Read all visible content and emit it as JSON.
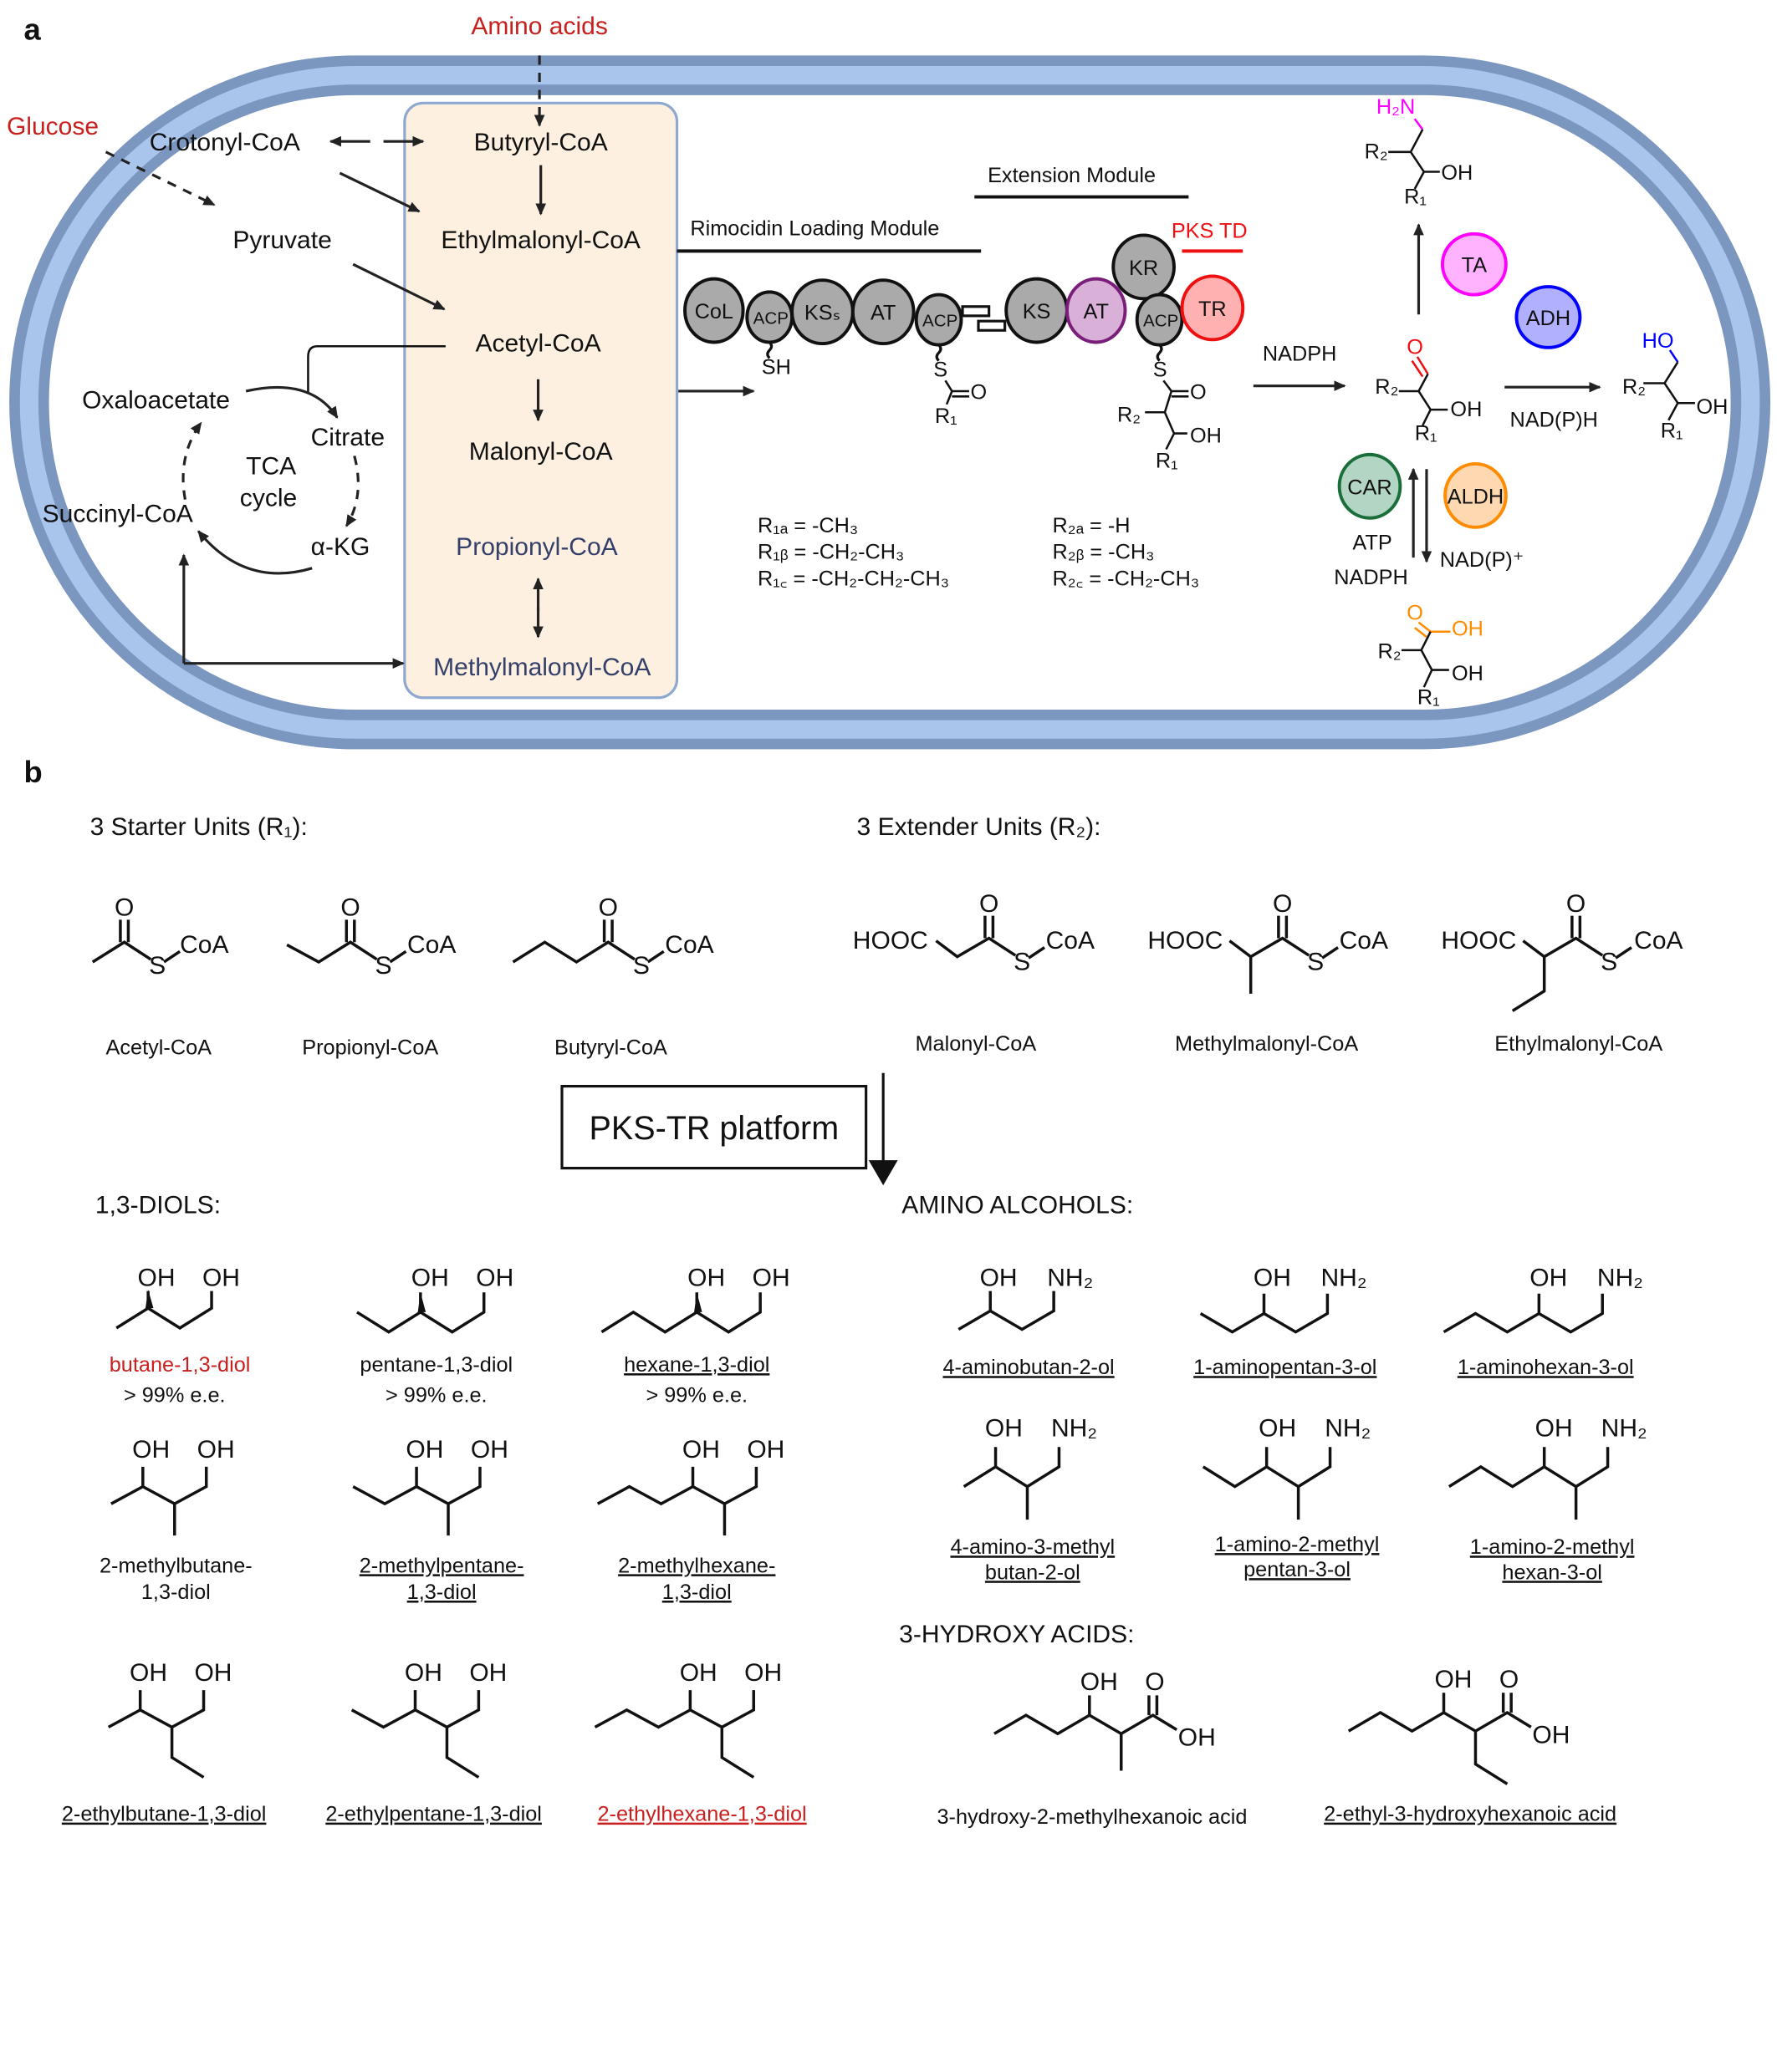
{
  "panel_a": {
    "label": "a",
    "inputs": {
      "amino_acids": "Amino acids",
      "glucose": "Glucose"
    },
    "metabolites": {
      "crotonyl": "Crotonyl-CoA",
      "butyryl": "Butyryl-CoA",
      "ethylmalonyl": "Ethylmalonyl-CoA",
      "pyruvate": "Pyruvate",
      "acetyl": "Acetyl-CoA",
      "oxaloacetate": "Oxaloacetate",
      "citrate": "Citrate",
      "tca_1": "TCA",
      "tca_2": "cycle",
      "malonyl": "Malonyl-CoA",
      "succinyl": "Succinyl-CoA",
      "akg": "α-KG",
      "propionyl": "Propionyl-CoA",
      "methylmalonyl": "Methylmalonyl-CoA"
    },
    "modules": {
      "loading": "Rimocidin Loading Module",
      "extension": "Extension Module",
      "pks_td": "PKS TD"
    },
    "domains": {
      "col": "CoL",
      "acp1": "ACP",
      "kss": "KSₛ",
      "at1": "AT",
      "acp2": "ACP",
      "ks": "KS",
      "at2": "AT",
      "kr": "KR",
      "acp3": "ACP",
      "tr": "TR"
    },
    "intermediates": {
      "sh": "SH",
      "s": "S",
      "o": "O",
      "r1": "R₁",
      "r2": "R₂",
      "oh": "OH",
      "h2n": "H₂N",
      "ho": "HO"
    },
    "r_definitions": {
      "r1": [
        "R₁ₐ = -CH₃",
        "R₁ᵦ = -CH₂-CH₃",
        "R₁꜀ = -CH₂-CH₂-CH₃"
      ],
      "r2": [
        "R₂ₐ = -H",
        "R₂ᵦ = -CH₃",
        "R₂꜀ = -CH₂-CH₃"
      ]
    },
    "cofactors": {
      "nadph_1": "NADPH",
      "nadph_h": "NAD(P)H",
      "atp": "ATP",
      "nadph_2": "NADPH",
      "nadp_plus": "NAD(P)⁺"
    },
    "enzymes": {
      "ta": "TA",
      "adh": "ADH",
      "car": "CAR",
      "aldh": "ALDH"
    },
    "colors": {
      "membrane_dark": "#7b97bf",
      "membrane_light": "#a9c5ec",
      "box_fill": "#fdf0e0",
      "ta": "#ff00ff",
      "adh": "#0000ff",
      "car": "#1a6e3a",
      "aldh": "#ff8c00",
      "tr": "#ee1010",
      "at_ext": "#7a1e7a"
    }
  },
  "panel_b": {
    "label": "b",
    "starter_title": "3 Starter Units (R₁):",
    "extender_title": "3 Extender Units (R₂):",
    "starters": [
      "Acetyl-CoA",
      "Propionyl-CoA",
      "Butyryl-CoA"
    ],
    "extenders": [
      "Malonyl-CoA",
      "Methylmalonyl-CoA",
      "Ethylmalonyl-CoA"
    ],
    "atoms": {
      "o": "O",
      "s": "S",
      "coa": "CoA",
      "hooc": "HOOC",
      "oh": "OH",
      "nh2": "NH₂"
    },
    "platform": "PKS-TR platform",
    "diols_title": "1,3-DIOLS:",
    "diols": {
      "butane": "butane-1,3-diol",
      "pentane": "pentane-1,3-diol",
      "hexane": "hexane-1,3-diol",
      "ee": "> 99% e.e.",
      "mbutane_1": "2-methylbutane-",
      "mbutane_2": "1,3-diol",
      "mpentane_1": "2-methylpentane-",
      "mpentane_2": "1,3-diol",
      "mhexane_1": "2-methylhexane-",
      "mhexane_2": "1,3-diol",
      "ebutane": "2-ethylbutane-1,3-diol",
      "epentane": "2-ethylpentane-1,3-diol",
      "ehexane": "2-ethylhexane-1,3-diol"
    },
    "amino_title": "AMINO ALCOHOLS:",
    "amino": {
      "a1": "4-aminobutan-2-ol",
      "a2": "1-aminopentan-3-ol",
      "a3": "1-aminohexan-3-ol",
      "a4_1": "4-amino-3-methyl",
      "a4_2": "butan-2-ol",
      "a5_1": "1-amino-2-methyl",
      "a5_2": "pentan-3-ol",
      "a6_1": "1-amino-2-methyl",
      "a6_2": "hexan-3-ol"
    },
    "hydroxy_title": "3-HYDROXY ACIDS:",
    "hydroxy": {
      "h1": "3-hydroxy-2-methylhexanoic acid",
      "h2": "2-ethyl-3-hydroxyhexanoic acid"
    }
  }
}
